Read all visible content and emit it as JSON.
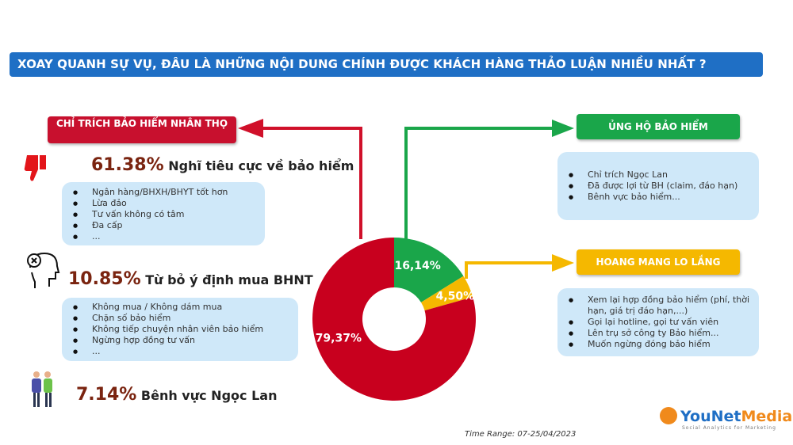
{
  "title": "XOAY QUANH SỰ VỤ, ĐÂU LÀ NHỮNG NỘI DUNG CHÍNH ĐƯỢC KHÁCH HÀNG THẢO LUẬN NHIỀU NHẤT ?",
  "left": {
    "tag": "CHỈ TRÍCH BẢO HIỂM NHÂN THỌ",
    "groups": [
      {
        "pct": "61.38%",
        "label": "Nghĩ tiêu cực về bảo hiểm",
        "icon": "thumbs-down-icon",
        "items": [
          "Ngân hàng/BHXH/BHYT tốt hơn",
          "Lừa đảo",
          "Tư vấn không có tâm",
          "Đa cấp",
          "..."
        ]
      },
      {
        "pct": "10.85%",
        "label": "Từ bỏ ý định mua BHNT",
        "icon": "head-x-icon",
        "items": [
          "Không mua / Không dám mua",
          "Chặn số bảo hiểm",
          "Không tiếp chuyện nhân viên bảo hiểm",
          "Ngừng hợp đồng tư vấn",
          "..."
        ]
      },
      {
        "pct": "7.14%",
        "label": "Bênh vực Ngọc Lan",
        "icon": "people-icon"
      }
    ]
  },
  "right": {
    "support": {
      "tag": "ỦNG HỘ BẢO HIỂM",
      "items": [
        "Chỉ trích Ngọc Lan",
        "Đã được lợi từ BH (claim, đáo hạn)",
        "Bênh vực bảo hiểm..."
      ]
    },
    "confused": {
      "tag": "HOANG MANG LO LẮNG",
      "items": [
        "Xem lại hợp đồng bảo hiểm (phí, thời hạn, giá trị đáo hạn,...)",
        "Gọi lại hotline, gọi tư vấn viên",
        "Lên trụ sở công ty Bảo hiểm...",
        "Muốn ngừng đóng bảo hiểm"
      ]
    }
  },
  "chart_data": {
    "type": "pie",
    "style": "donut",
    "slices": [
      {
        "label": "16,14%",
        "value": 16.14,
        "color": "#1aa64a"
      },
      {
        "label": "4,50%",
        "value": 4.5,
        "color": "#f5b800"
      },
      {
        "label": "79,37%",
        "value": 79.37,
        "color": "#c8001e"
      }
    ]
  },
  "footer": {
    "time_range": "Time Range: 07-25/04/2023"
  },
  "logo": {
    "brand_a": "YouNet",
    "brand_b": "Media",
    "tagline": "Social Analytics for Marketing"
  }
}
